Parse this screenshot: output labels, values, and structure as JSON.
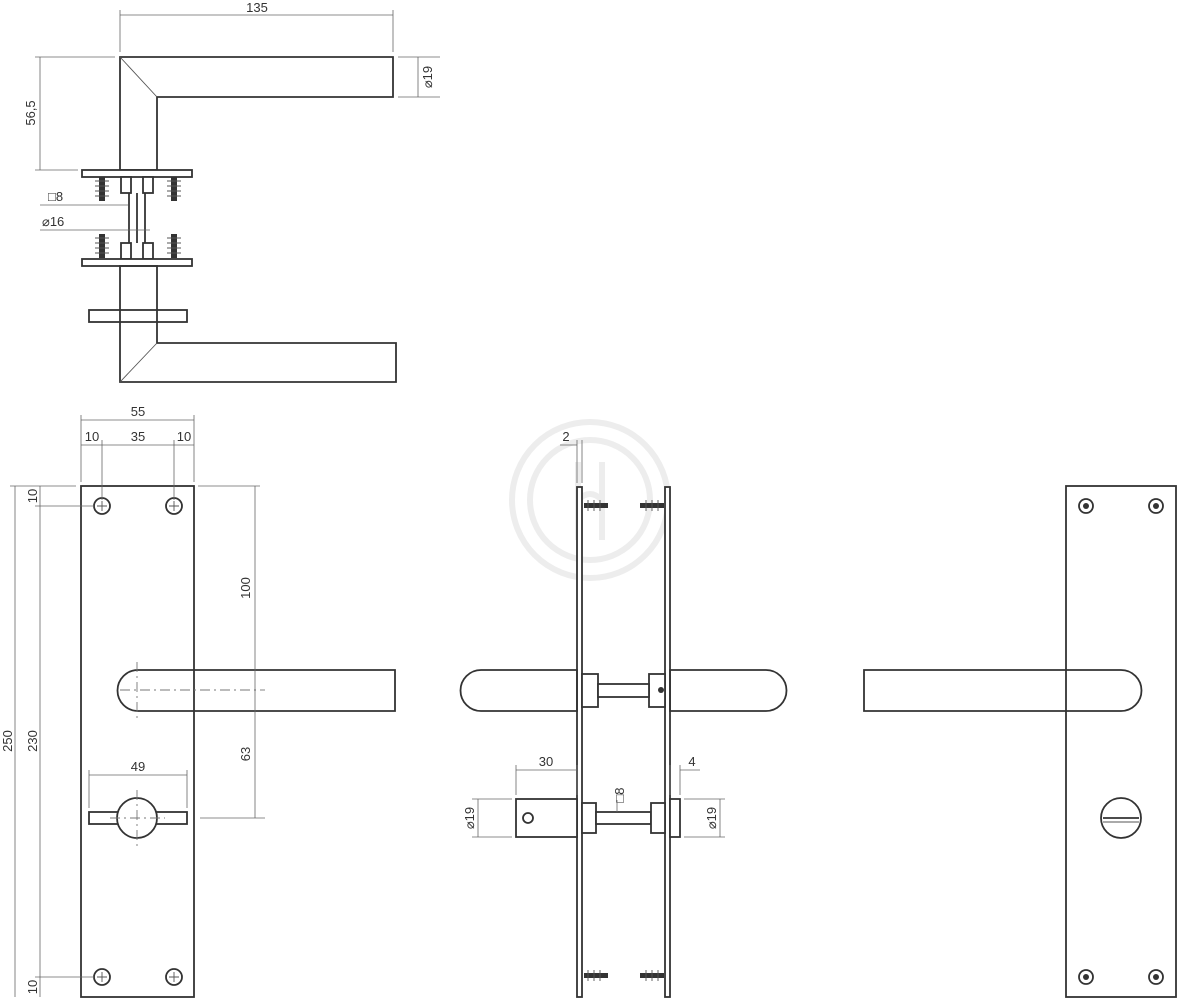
{
  "labels": {
    "top_width": "135",
    "top_height": "56,5",
    "top_dia": "⌀19",
    "spindle_sq": "□8",
    "rose_dia": "⌀16",
    "plate_width": "55",
    "hole_left": "10",
    "hole_spacing": "35",
    "hole_right": "10",
    "plate_top_offset": "10",
    "plate_height": "250",
    "hole_height": "230",
    "plate_bottom_offset": "10",
    "lever_height": "100",
    "lever_to_turn": "63",
    "turn_width": "49",
    "plate_thickness": "2",
    "turn_length": "30",
    "side_sq": "□8",
    "side_gap": "4",
    "side_dia_left": "⌀19",
    "side_dia_right": "⌀19"
  }
}
